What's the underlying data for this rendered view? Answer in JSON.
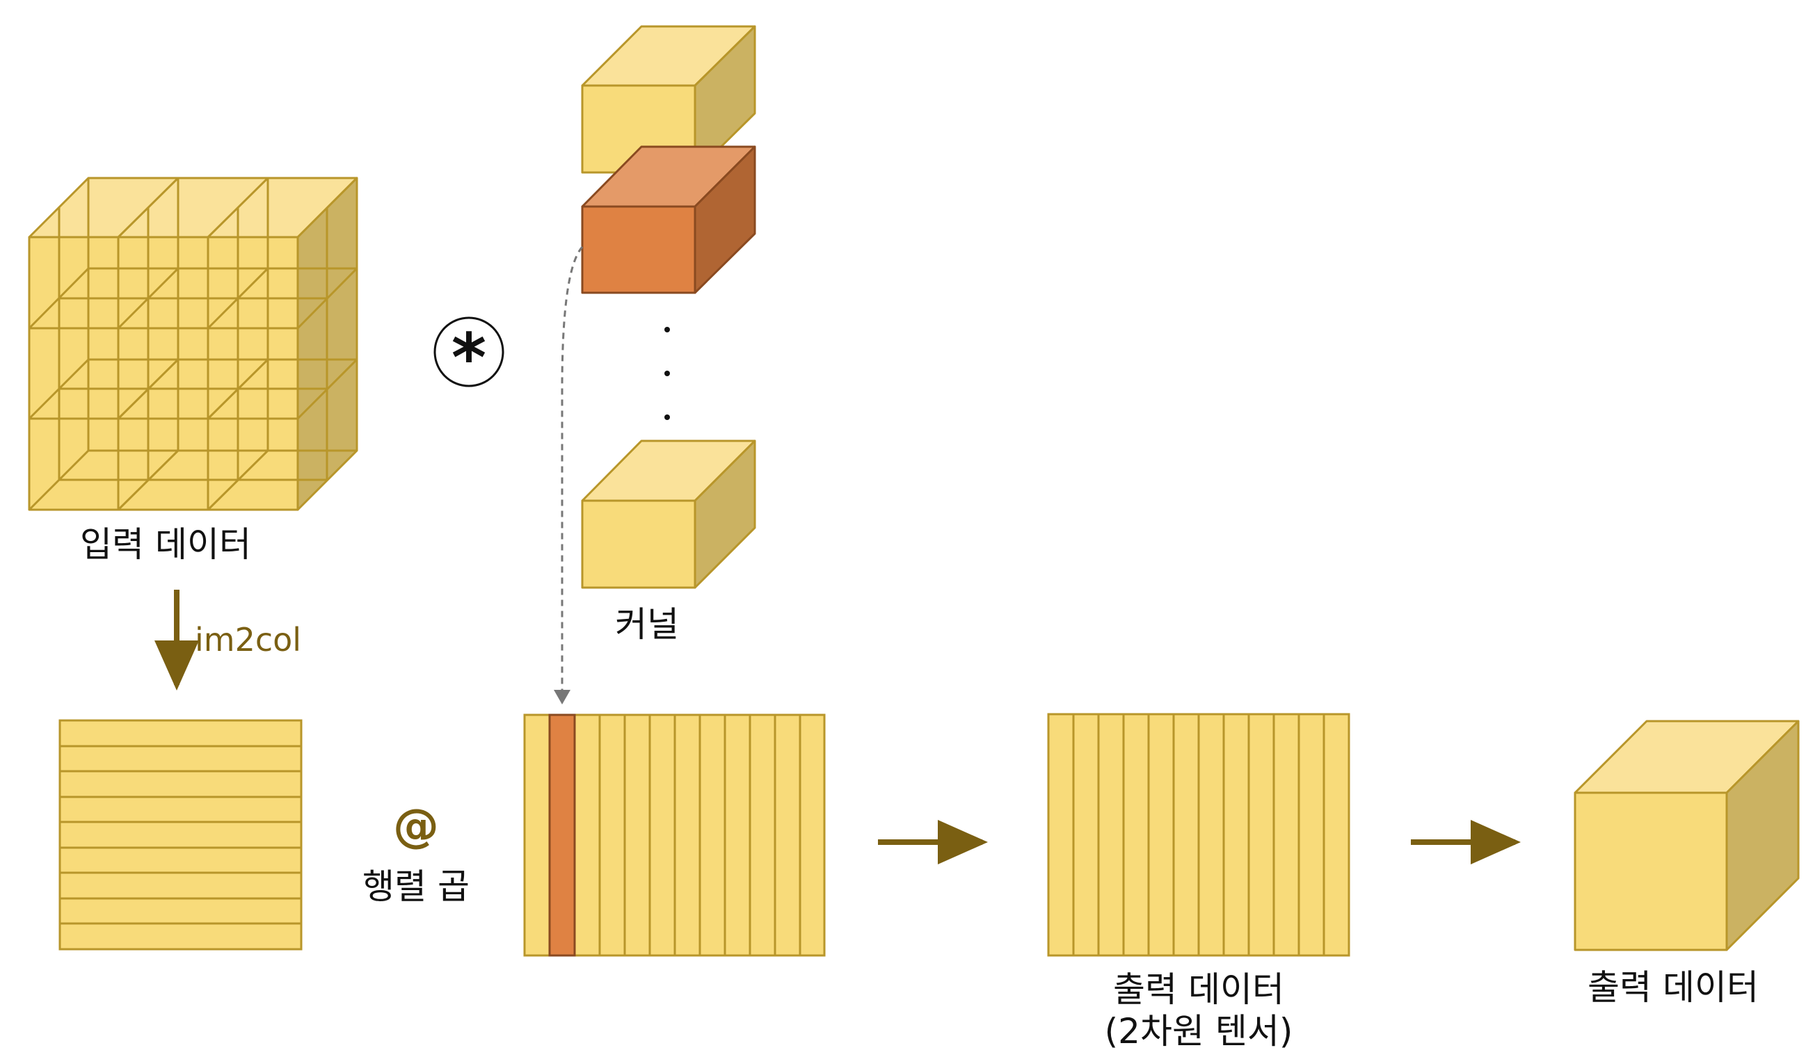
{
  "labels": {
    "input_data": "입력 데이터",
    "kernel": "커널",
    "im2col": "im2col",
    "matmul_symbol": "@",
    "matmul": "행렬 곱",
    "output_2d_line1": "출력 데이터",
    "output_2d_line2": "(2차원 텐서)",
    "output_data": "출력 데이터",
    "conv_symbol": "*",
    "ellipsis_dot": "·"
  },
  "colors": {
    "yellow_front": "#F8DB7A",
    "yellow_top": "#FAE29A",
    "yellow_side": "#CBB262",
    "yellow_stroke": "#B8962A",
    "orange_front": "#DF8243",
    "orange_top": "#E49A68",
    "orange_side": "#B06533",
    "orange_stroke": "#8A4A20",
    "arrow": "#7A5F12",
    "accent_text": "#7A5F12",
    "dashed": "#777777"
  }
}
